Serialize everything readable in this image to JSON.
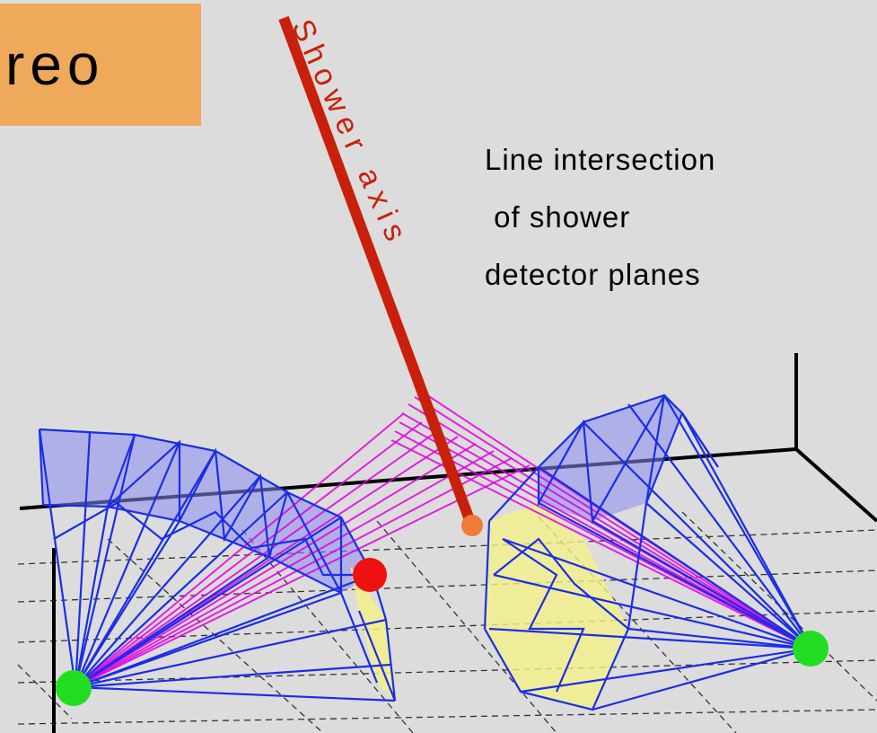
{
  "title": "reo",
  "annotation": {
    "line1": "Line intersection",
    "line2": " of shower",
    "line3": "detector planes"
  },
  "shower_axis_label": "Shower axis",
  "colors": {
    "background": "#dcdcdc",
    "title_box": "#efa95b",
    "shower_axis": "#c8200a",
    "detector_wire": "#1a2ee6",
    "detector_fill": "#8a8cf0",
    "plane_lines": "#e000e0",
    "station": "#22dd22",
    "hit_red": "#ee1111",
    "hit_orange": "#f07a3a",
    "yellow_fill": "#f4f08a"
  }
}
